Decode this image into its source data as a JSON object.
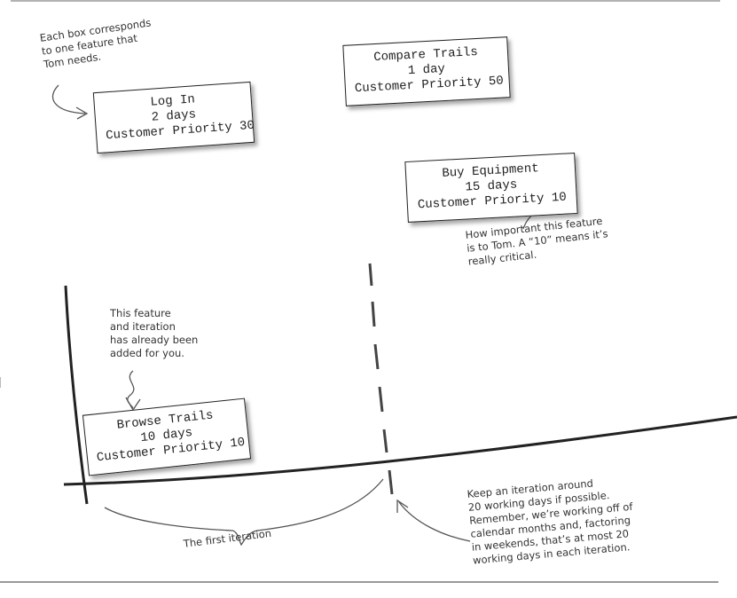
{
  "cards": {
    "login": {
      "title": "Log In",
      "days": "2 days",
      "priority": "Customer Priority 30"
    },
    "compare": {
      "title": "Compare Trails",
      "days": "1 day",
      "priority": "Customer Priority 50"
    },
    "buy": {
      "title": "Buy Equipment",
      "days": "15 days",
      "priority": "Customer Priority 10"
    },
    "browse": {
      "title": "Browse Trails",
      "days": "10 days",
      "priority": "Customer Priority 10"
    }
  },
  "notes": {
    "each_box": [
      "Each box corresponds",
      "to one feature that",
      "Tom needs."
    ],
    "importance": [
      "How important this feature",
      "is to Tom. A “10” means it’s",
      "really critical."
    ],
    "already_added": [
      "This feature",
      "and iteration",
      "has already been",
      "added for you."
    ],
    "iteration_length": [
      "Keep an iteration around",
      "20 working days if possible.",
      "Remember, we’re working off of",
      "calendar months and, factoring",
      "in weekends, that’s at most 20",
      "working days in each iteration."
    ],
    "first_iteration": "The first iteration"
  },
  "colors": {
    "ink": "#222222",
    "pencil": "#555555",
    "frame": "#888888"
  }
}
